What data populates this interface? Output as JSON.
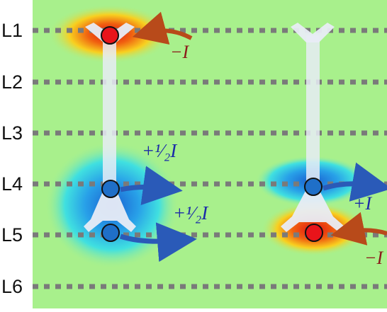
{
  "layers": [
    "L1",
    "L2",
    "L3",
    "L4",
    "L5",
    "L6"
  ],
  "neuron_left": {
    "currents": [
      {
        "label": "−I",
        "color": "#8b1a1a"
      },
      {
        "label": "+¹⁄₂I",
        "color": "#1a2aa8"
      },
      {
        "label": "+¹⁄₂I",
        "color": "#1a2aa8"
      }
    ]
  },
  "neuron_right": {
    "currents": [
      {
        "label": "+I",
        "color": "#1a2aa8"
      },
      {
        "label": "−I",
        "color": "#8b1a1a"
      }
    ]
  },
  "colors": {
    "background": "#a8f08c",
    "layer_line": "#7a7a7a",
    "source": "#e8141a",
    "sink": "#1f6fc8",
    "arrow_blue": "#2a5ab8",
    "arrow_red": "#b84a1a",
    "neuron_body": "#e8ecf6"
  }
}
